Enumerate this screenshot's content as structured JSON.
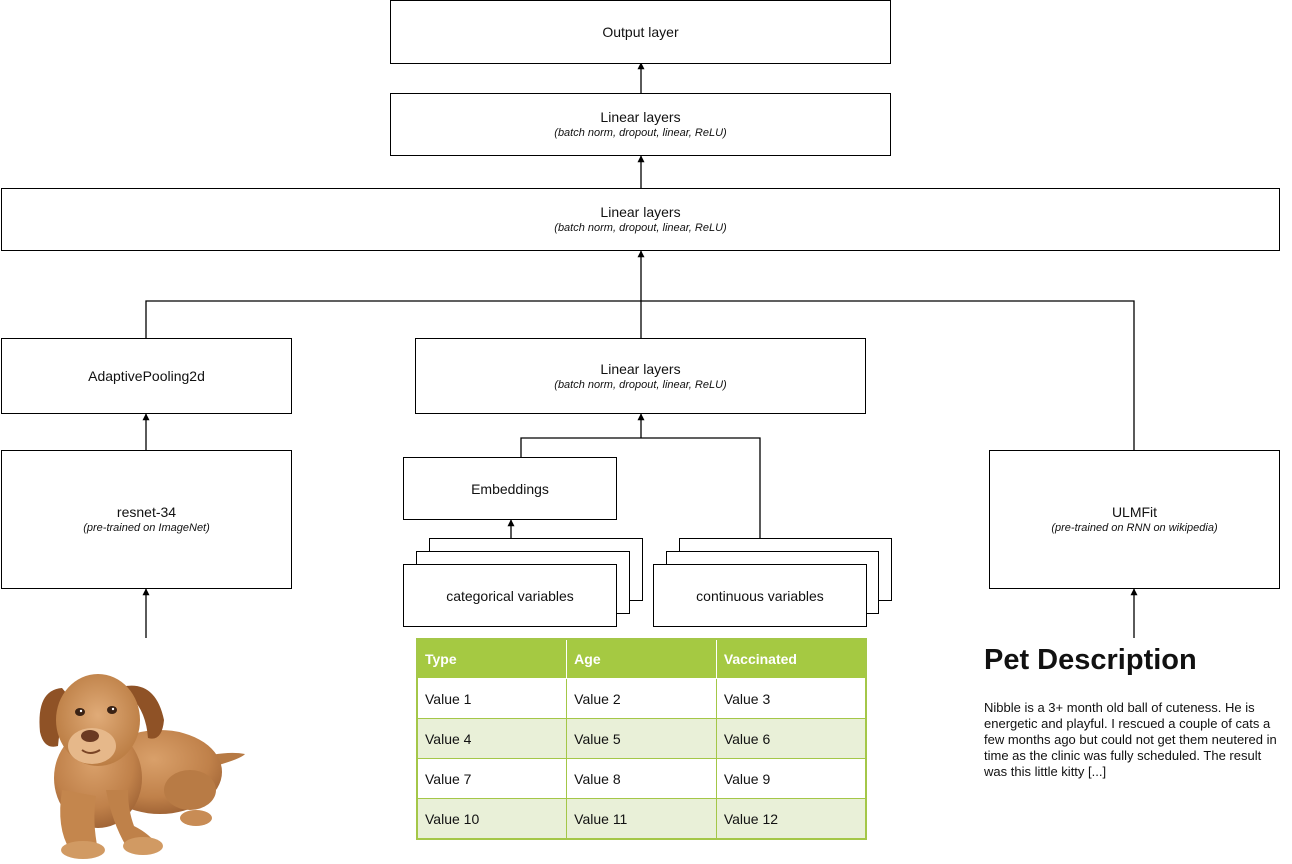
{
  "boxes": {
    "output": {
      "title": "Output layer"
    },
    "linear_top": {
      "title": "Linear layers",
      "subtitle": "(batch norm, dropout, linear, ReLU)"
    },
    "linear_wide": {
      "title": "Linear layers",
      "subtitle": "(batch norm, dropout, linear, ReLU)"
    },
    "pooling": {
      "title": "AdaptivePooling2d"
    },
    "linear_mid": {
      "title": "Linear layers",
      "subtitle": "(batch norm, dropout, linear, ReLU)"
    },
    "resnet": {
      "title": "resnet-34",
      "subtitle": "(pre-trained on ImageNet)"
    },
    "embeddings": {
      "title": "Embeddings"
    },
    "categorical": {
      "title": "categorical variables"
    },
    "continuous": {
      "title": "continuous variables"
    },
    "ulmfit": {
      "title": "ULMFit",
      "subtitle": "(pre-trained on RNN on wikipedia)"
    }
  },
  "table": {
    "headers": [
      "Type",
      "Age",
      "Vaccinated"
    ],
    "rows": [
      [
        "Value 1",
        "Value 2",
        "Value 3"
      ],
      [
        "Value 4",
        "Value 5",
        "Value 6"
      ],
      [
        "Value 7",
        "Value 8",
        "Value 9"
      ],
      [
        "Value 10",
        "Value 11",
        "Value 12"
      ]
    ],
    "header_color": "#a5c942",
    "stripe_color": "#e9f0d8"
  },
  "pet": {
    "title": "Pet Description",
    "text": "Nibble is a 3+ month old ball of cuteness. He is energetic and playful. I rescued a couple of cats a few months ago but could not get them neutered in time as the clinic was fully scheduled. The result was this little kitty [...]"
  },
  "image": {
    "subject": "puppy"
  }
}
